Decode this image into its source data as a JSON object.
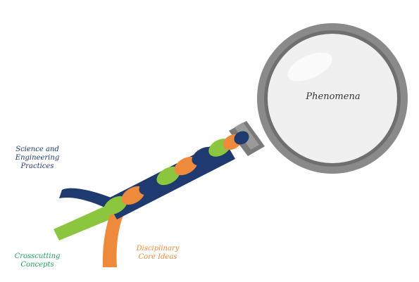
{
  "diagram": {
    "lens_label": "Phenomena",
    "strands": [
      {
        "id": "sep",
        "lines": [
          "Science and",
          "Engineering",
          "Practices"
        ],
        "color": "#1f3a6e"
      },
      {
        "id": "cc",
        "lines": [
          "Crosscutting",
          "Concepts"
        ],
        "color": "#1f9e5a"
      },
      {
        "id": "dci",
        "lines": [
          "Disciplinary",
          "Core Ideas"
        ],
        "color": "#e88a3a"
      }
    ],
    "colors": {
      "navy": "#1f3a6e",
      "green": "#8cc63f",
      "orange": "#ee8a3c",
      "lens_rim": "#8a8a8a",
      "lens_glass": "#f0f0f0"
    }
  }
}
